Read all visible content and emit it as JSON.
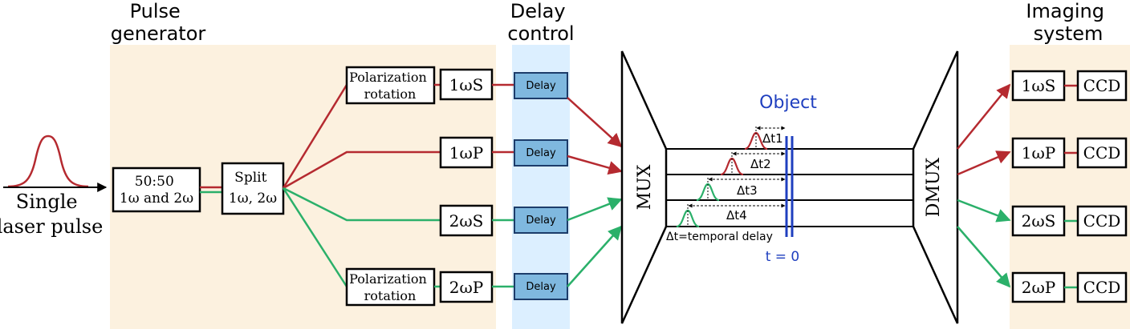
{
  "headers": {
    "pulse_generator": [
      "Pulse",
      "generator"
    ],
    "delay_control": [
      "Delay",
      "control"
    ],
    "imaging_system": [
      "Imaging",
      "system"
    ]
  },
  "input": {
    "label": [
      "Single",
      "laser pulse"
    ]
  },
  "splitter": {
    "line1": "50:50",
    "line2": "1ω and 2ω"
  },
  "split": {
    "line1": "Split",
    "line2": "1ω, 2ω"
  },
  "polarization": {
    "line1": "Polarization",
    "line2": "rotation"
  },
  "channels": [
    "1ωS",
    "1ωP",
    "2ωS",
    "2ωP"
  ],
  "delay_label": "Delay",
  "mux_label": "MUX",
  "dmux_label": "DMUX",
  "object": {
    "label": "Object",
    "t0": "t = 0",
    "note": "Δt=temporal delay"
  },
  "deltas": [
    "Δt1",
    "Δt2",
    "Δt3",
    "Δt4"
  ],
  "ccd_label": "CCD",
  "colors": {
    "red": "#b52a30",
    "green": "#2bb06a",
    "region": "#fcf1df",
    "delay_region": "#dcefff",
    "delay_box": "#7fb8df",
    "object_blue": "#1f3fbf"
  }
}
